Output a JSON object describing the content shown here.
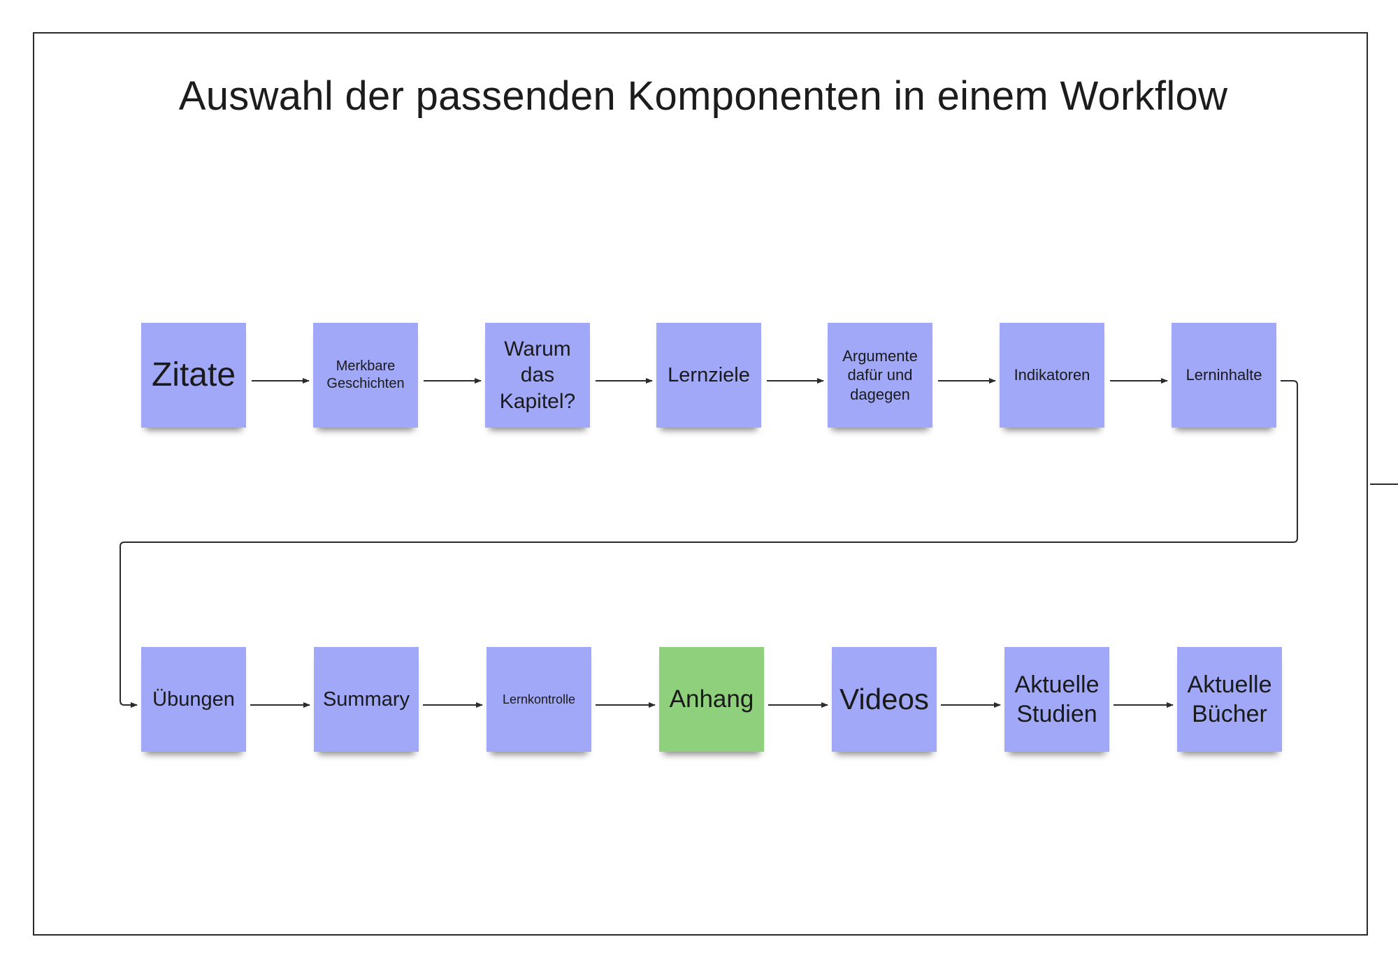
{
  "title": "Auswahl der passenden Komponenten in einem Workflow",
  "colors": {
    "sticky_purple": "#a0a8f7",
    "sticky_green": "#8fd07c",
    "line": "#2b2b2b"
  },
  "row1": [
    {
      "label": "Zitate",
      "color": "purple"
    },
    {
      "label": "Merkbare\nGeschichten",
      "color": "purple"
    },
    {
      "label": "Warum\ndas\nKapitel?",
      "color": "purple"
    },
    {
      "label": "Lernziele",
      "color": "purple"
    },
    {
      "label": "Argumente\ndafür und\ndagegen",
      "color": "purple"
    },
    {
      "label": "Indikatoren",
      "color": "purple"
    },
    {
      "label": "Lerninhalte",
      "color": "purple"
    }
  ],
  "row2": [
    {
      "label": "Übungen",
      "color": "purple"
    },
    {
      "label": "Summary",
      "color": "purple"
    },
    {
      "label": "Lernkontrolle",
      "color": "purple"
    },
    {
      "label": "Anhang",
      "color": "green"
    },
    {
      "label": "Videos",
      "color": "purple"
    },
    {
      "label": "Aktuelle\nStudien",
      "color": "purple"
    },
    {
      "label": "Aktuelle\nBücher",
      "color": "purple"
    }
  ]
}
